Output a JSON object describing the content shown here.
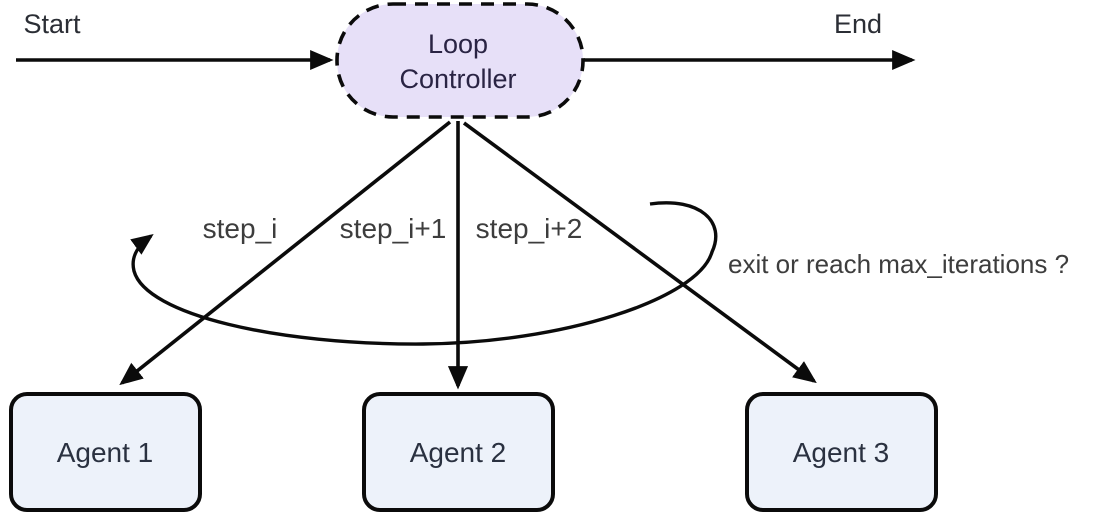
{
  "diagram": {
    "start_label": "Start",
    "end_label": "End",
    "controller": {
      "line1": "Loop",
      "line2": "Controller"
    },
    "edge_labels": {
      "step1": "step_i",
      "step2": "step_i+1",
      "step3": "step_i+2",
      "loop_condition": "exit or reach max_iterations ?"
    },
    "agents": [
      {
        "label": "Agent 1"
      },
      {
        "label": "Agent 2"
      },
      {
        "label": "Agent 3"
      }
    ]
  },
  "colors": {
    "background": "#ffffff",
    "line": "#0b0b0b",
    "controller_fill": "#e7e0f8",
    "controller_border": "#0b0b0b",
    "controller_text": "#2a2444",
    "agent_fill": "#edf2fa",
    "agent_border": "#0b0b0b",
    "agent_text": "#2a3140",
    "edge_label_text": "#3d3d3d",
    "terminal_text": "#2b2e35"
  }
}
